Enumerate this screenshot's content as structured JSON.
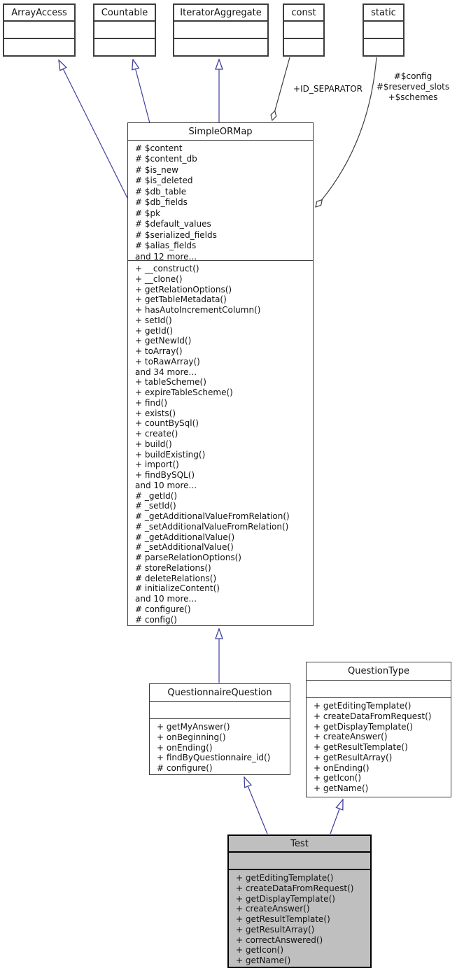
{
  "diagram": {
    "kind": "uml-class-inheritance-graph",
    "colors": {
      "edge_inheritance": "#3f3f9f",
      "edge_aggregation": "#3d3d3d",
      "node_fill": "#ffffff",
      "node_border": "#3d3d3d",
      "selected_node_fill": "#bfbfbf",
      "selected_node_border": "#000000",
      "text": "#111111"
    }
  },
  "classes": {
    "arrayaccess": {
      "title": "ArrayAccess",
      "attributes": [],
      "methods": []
    },
    "countable": {
      "title": "Countable",
      "attributes": [],
      "methods": []
    },
    "iteratoraggregate": {
      "title": "IteratorAggregate",
      "attributes": [],
      "methods": []
    },
    "const": {
      "title": "const",
      "attributes": [],
      "methods": []
    },
    "static": {
      "title": "static",
      "attributes": [],
      "methods": []
    },
    "simpleormap": {
      "title": "SimpleORMap",
      "attributes": [
        "# $content",
        "# $content_db",
        "# $is_new",
        "# $is_deleted",
        "# $db_table",
        "# $db_fields",
        "# $pk",
        "# $default_values",
        "# $serialized_fields",
        "# $alias_fields",
        "and 12 more..."
      ],
      "methods": [
        "+ __construct()",
        "+ __clone()",
        "+ getRelationOptions()",
        "+ getTableMetadata()",
        "+ hasAutoIncrementColumn()",
        "+ setId()",
        "+ getId()",
        "+ getNewId()",
        "+ toArray()",
        "+ toRawArray()",
        "and 34 more...",
        "+ tableScheme()",
        "+ expireTableScheme()",
        "+ find()",
        "+ exists()",
        "+ countBySql()",
        "+ create()",
        "+ build()",
        "+ buildExisting()",
        "+ import()",
        "+ findBySQL()",
        "and 10 more...",
        "# _getId()",
        "# _setId()",
        "# _getAdditionalValueFromRelation()",
        "# _setAdditionalValueFromRelation()",
        "# _getAdditionalValue()",
        "# _setAdditionalValue()",
        "# parseRelationOptions()",
        "# storeRelations()",
        "# deleteRelations()",
        "# initializeContent()",
        "and 10 more...",
        "# configure()",
        "# config()"
      ]
    },
    "questionnairequestion": {
      "title": "QuestionnaireQuestion",
      "attributes": [],
      "methods": [
        "+ getMyAnswer()",
        "+ onBeginning()",
        "+ onEnding()",
        "+ findByQuestionnaire_id()",
        "# configure()"
      ]
    },
    "questiontype": {
      "title": "QuestionType",
      "attributes": [],
      "methods": [
        "+ getEditingTemplate()",
        "+ createDataFromRequest()",
        "+ getDisplayTemplate()",
        "+ createAnswer()",
        "+ getResultTemplate()",
        "+ getResultArray()",
        "+ onEnding()",
        "+ getIcon()",
        "+ getName()"
      ]
    },
    "test": {
      "title": "Test",
      "attributes": [],
      "methods": [
        "+ getEditingTemplate()",
        "+ createDataFromRequest()",
        "+ getDisplayTemplate()",
        "+ createAnswer()",
        "+ getResultTemplate()",
        "+ getResultArray()",
        "+ correctAnswered()",
        "+ getIcon()",
        "+ getName()"
      ]
    }
  },
  "edge_labels": {
    "const_edge": "+ID_SEPARATOR",
    "static_edge": [
      "#$config",
      "#$reserved_slots",
      "+$schemes"
    ]
  }
}
